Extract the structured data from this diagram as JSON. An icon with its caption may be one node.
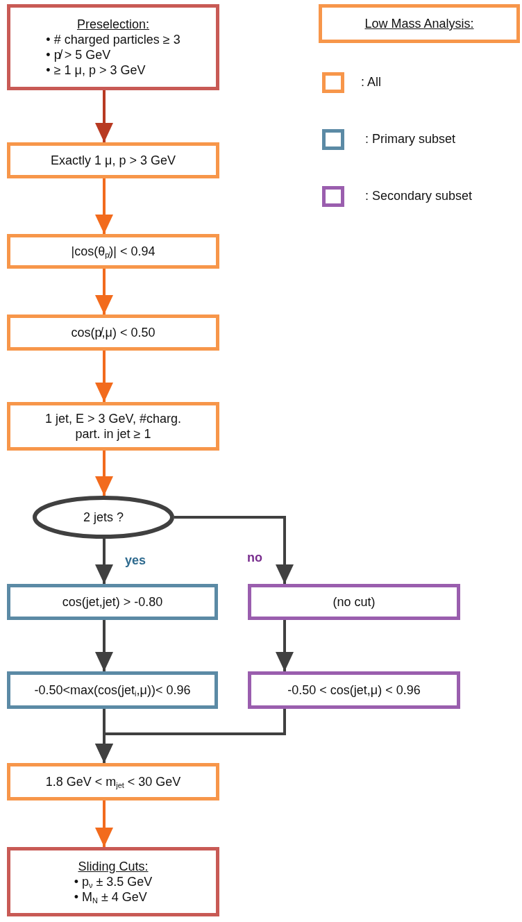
{
  "diagram": {
    "nodes": [
      {
        "text": [
          "Preselection:",
          "• # charged particles ≥ 3",
          "• p̸ > 5 GeV",
          "• ≥ 1 μ, p > 3 GeV"
        ]
      },
      {
        "text": [
          "Exactly 1 μ, p > 3 GeV"
        ]
      },
      {
        "text": [
          "|cos(θ$_{p̸}$)|  < 0.94"
        ]
      },
      {
        "text": [
          "cos(p̸,μ) < 0.50"
        ]
      },
      {
        "text": [
          "1 jet, E > 3 GeV, #charg. part. in jet ≥ 1"
        ]
      },
      {
        "text": [
          "2 jets ?"
        ]
      },
      {
        "text": [
          "cos(jet,jet) > -0.80"
        ]
      },
      {
        "text": [
          "(no cut)"
        ]
      },
      {
        "text": [
          "-0.50<max(cos(jet$_{i}$,μ))< 0.96"
        ]
      },
      {
        "text": [
          "-0.50 < cos(jet,μ) < 0.96"
        ]
      },
      {
        "text": [
          "1.8 GeV < m$_{jet}$ < 30 GeV"
        ]
      },
      {
        "text": [
          "Sliding Cuts:",
          "• p$_{ν}$ ± 3.5 GeV",
          "• M$_{N}$ ± 4 GeV"
        ]
      },
      {
        "text": [
          "Low Mass Analysis:"
        ]
      }
    ],
    "edges": [
      {
        "from": 0,
        "to": 1,
        "arrow": "to",
        "color": "#b83a22"
      },
      {
        "from": 1,
        "to": 2,
        "arrow": "to",
        "color": "#f26b1d"
      },
      {
        "from": 2,
        "to": 3,
        "arrow": "to",
        "color": "#f26b1d"
      },
      {
        "from": 3,
        "to": 4,
        "arrow": "to",
        "color": "#f26b1d"
      },
      {
        "from": 4,
        "to": 5,
        "arrow": "to",
        "color": "#f26b1d"
      },
      {
        "from": 5,
        "to": 6,
        "arrow": "to",
        "label": "yes"
      },
      {
        "from": 5,
        "to": 7,
        "arrow": "to",
        "label": "no"
      },
      {
        "from": 6,
        "to": 8,
        "arrow": "to"
      },
      {
        "from": 7,
        "to": 9,
        "arrow": "to"
      },
      {
        "from": 8,
        "to": 10,
        "arrow": "to"
      },
      {
        "from": 9,
        "to": 10,
        "arrow": "to"
      },
      {
        "from": 10,
        "to": 11,
        "arrow": "to",
        "color": "#f26b1d"
      }
    ],
    "legend": [
      {
        "text": ": All",
        "color": "#f7964a"
      },
      {
        "text": ": Primary subset",
        "color": "#5b8aa5"
      },
      {
        "text": ": Secondary subset",
        "color": "#9a5eae"
      }
    ]
  }
}
